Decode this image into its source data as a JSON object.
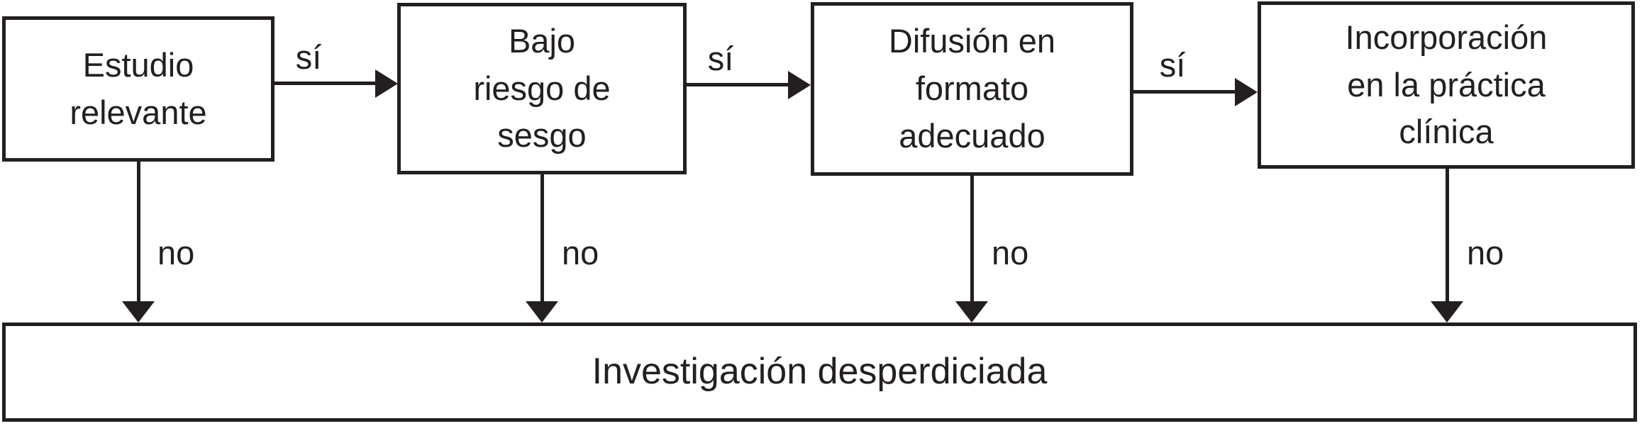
{
  "diagram": {
    "type": "flowchart",
    "language": "es",
    "colors": {
      "ink": "#231f20",
      "background": "#ffffff"
    },
    "nodes": [
      {
        "id": "estudio-relevante",
        "label": "Estudio\nrelevante"
      },
      {
        "id": "bajo-riesgo-de-sesgo",
        "label": "Bajo\nriesgo de\nsesgo"
      },
      {
        "id": "difusion-en-formato-adecuado",
        "label": "Difusión en\nformato\nadecuado"
      },
      {
        "id": "incorporacion-en-la-practica-clinica",
        "label": "Incorporación\nen la práctica\nclínica"
      },
      {
        "id": "investigacion-desperdiciada",
        "label": "Investigación desperdiciada"
      }
    ],
    "edges": [
      {
        "from": "estudio-relevante",
        "to": "bajo-riesgo-de-sesgo",
        "label": "sí",
        "direction": "right"
      },
      {
        "from": "bajo-riesgo-de-sesgo",
        "to": "difusion-en-formato-adecuado",
        "label": "sí",
        "direction": "right"
      },
      {
        "from": "difusion-en-formato-adecuado",
        "to": "incorporacion-en-la-practica-clinica",
        "label": "sí",
        "direction": "right"
      },
      {
        "from": "estudio-relevante",
        "to": "investigacion-desperdiciada",
        "label": "no",
        "direction": "down"
      },
      {
        "from": "bajo-riesgo-de-sesgo",
        "to": "investigacion-desperdiciada",
        "label": "no",
        "direction": "down"
      },
      {
        "from": "difusion-en-formato-adecuado",
        "to": "investigacion-desperdiciada",
        "label": "no",
        "direction": "down"
      },
      {
        "from": "incorporacion-en-la-practica-clinica",
        "to": "investigacion-desperdiciada",
        "label": "no",
        "direction": "down"
      }
    ]
  }
}
